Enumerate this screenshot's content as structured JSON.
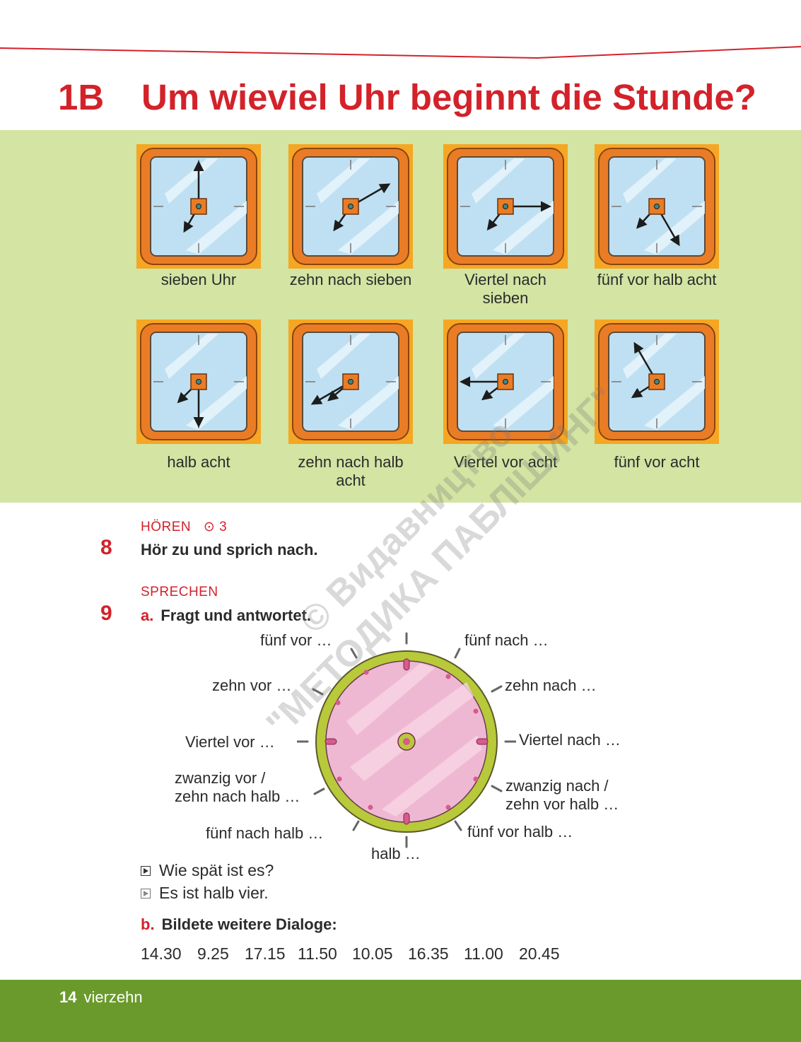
{
  "header": {
    "unit": "1B",
    "title": "Um wieviel Uhr beginnt die Stunde?"
  },
  "clocks": [
    {
      "label": "sieben Uhr",
      "hour": 7,
      "minute": 0
    },
    {
      "label": "zehn nach sieben",
      "hour": 7,
      "minute": 10
    },
    {
      "label": "Viertel nach sieben",
      "hour": 7,
      "minute": 15
    },
    {
      "label": "fünf vor halb acht",
      "hour": 7,
      "minute": 25
    },
    {
      "label": "halb acht",
      "hour": 7,
      "minute": 30
    },
    {
      "label": "zehn nach halb acht",
      "hour": 7,
      "minute": 40
    },
    {
      "label": "Viertel vor acht",
      "hour": 7,
      "minute": 45
    },
    {
      "label": "fünf vor acht",
      "hour": 7,
      "minute": 55
    }
  ],
  "exercise8": {
    "label": "HÖREN",
    "track": "⊙ 3",
    "number": "8",
    "instruction": "Hör zu und sprich nach."
  },
  "exercise9": {
    "label": "SPRECHEN",
    "number": "9",
    "a_letter": "a.",
    "a_instruction": "Fragt und antwortet.",
    "clock_labels": {
      "top_left": "fünf vor …",
      "top_right": "fünf nach …",
      "left_upper": "zehn vor …",
      "right_upper": "zehn nach …",
      "left_mid": "Viertel vor …",
      "right_mid": "Viertel nach …",
      "left_lower_1": "zwanzig vor /",
      "left_lower_2": "zehn nach halb …",
      "right_lower_1": "zwanzig nach /",
      "right_lower_2": "zehn vor halb …",
      "bottom_left": "fünf nach halb …",
      "bottom_right": "fünf vor halb …",
      "bottom": "halb …"
    },
    "dialog": [
      "Wie spät ist es?",
      "Es ist halb vier."
    ],
    "b_letter": "b.",
    "b_instruction": "Bildete weitere Dialoge:",
    "times": [
      "14.30",
      "9.25",
      "17.15",
      "11.50",
      "10.05",
      "16.35",
      "11.00",
      "20.45"
    ]
  },
  "footer": {
    "page_number": "14",
    "page_word": "vierzehn"
  },
  "watermark": {
    "line1": "© Видавництво",
    "line2": "\"МЕТОДИКА ПАБЛІШИНГ\""
  },
  "colors": {
    "accent_red": "#d3222a",
    "band_green": "#d3e4a3",
    "footer_green": "#6a9a2c"
  }
}
